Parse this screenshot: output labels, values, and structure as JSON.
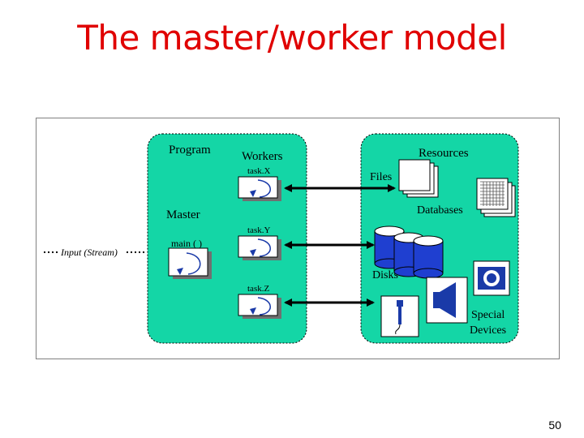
{
  "slide": {
    "title": "The master/worker model",
    "page_number": "50"
  },
  "diagram": {
    "program_label": "Program",
    "workers_label": "Workers",
    "master_label": "Master",
    "input_label": "Input (Stream)",
    "main_label": "main ( )",
    "tasks": [
      "task.X",
      "task.Y",
      "task.Z"
    ],
    "resources_label": "Resources",
    "files_label": "Files",
    "databases_label": "Databases",
    "disks_label": "Disks",
    "special_devices_label_line1": "Special",
    "special_devices_label_line2": "Devices"
  },
  "colors": {
    "title": "#e00000",
    "panel_fill": "#14d6a6",
    "disk_fill": "#1f3fd0",
    "icon_blue": "#1a3aa8"
  },
  "icons": [
    "return-arrow-icon",
    "file-stack-icon",
    "database-grid-icon",
    "disk-cylinder-icon",
    "microphone-icon",
    "speaker-icon",
    "camera-icon"
  ]
}
